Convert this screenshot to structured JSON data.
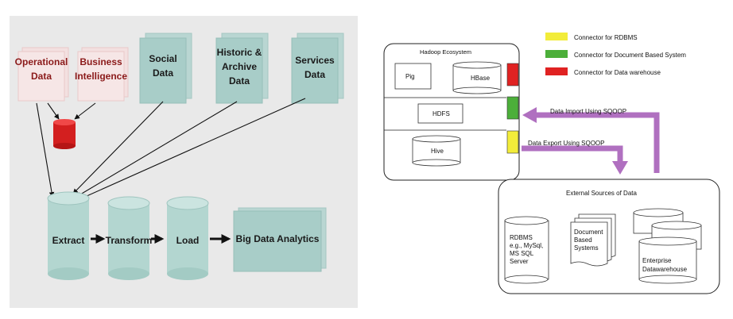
{
  "left_diagram": {
    "sources": {
      "operational": [
        "Operational",
        "Data"
      ],
      "business": [
        "Business",
        "Intelligence"
      ],
      "social": [
        "Social",
        "Data"
      ],
      "historic": [
        "Historic &",
        "Archive",
        "Data"
      ],
      "services": [
        "Services",
        "Data"
      ]
    },
    "pipeline": {
      "extract": "Extract",
      "transform": "Transform",
      "load": "Load",
      "analytics": "Big Data Analytics"
    }
  },
  "right_diagram": {
    "hadoop_title": "Hadoop Ecosystem",
    "pig": "Pig",
    "hbase": "HBase",
    "hdfs": "HDFS",
    "hive": "Hive",
    "import_label": "Data Import Using SQOOP",
    "export_label": "Data Export Using SQOOP",
    "external_title": "External Sources of Data",
    "rdbms": [
      "RDBMS",
      "e.g., MySql,",
      "MS SQL",
      "Server"
    ],
    "document": [
      "Document",
      "Based",
      "Systems"
    ],
    "enterprise": [
      "Enterprise",
      "Datawarehouse"
    ],
    "legend": [
      {
        "label": "Connector for RDBMS",
        "color": "#f2ec3a"
      },
      {
        "label": "Connector for Document Based System",
        "color": "#4caf3a"
      },
      {
        "label": "Connector for Data warehouse",
        "color": "#e02222"
      }
    ],
    "arrow_color": "#b070c0"
  }
}
